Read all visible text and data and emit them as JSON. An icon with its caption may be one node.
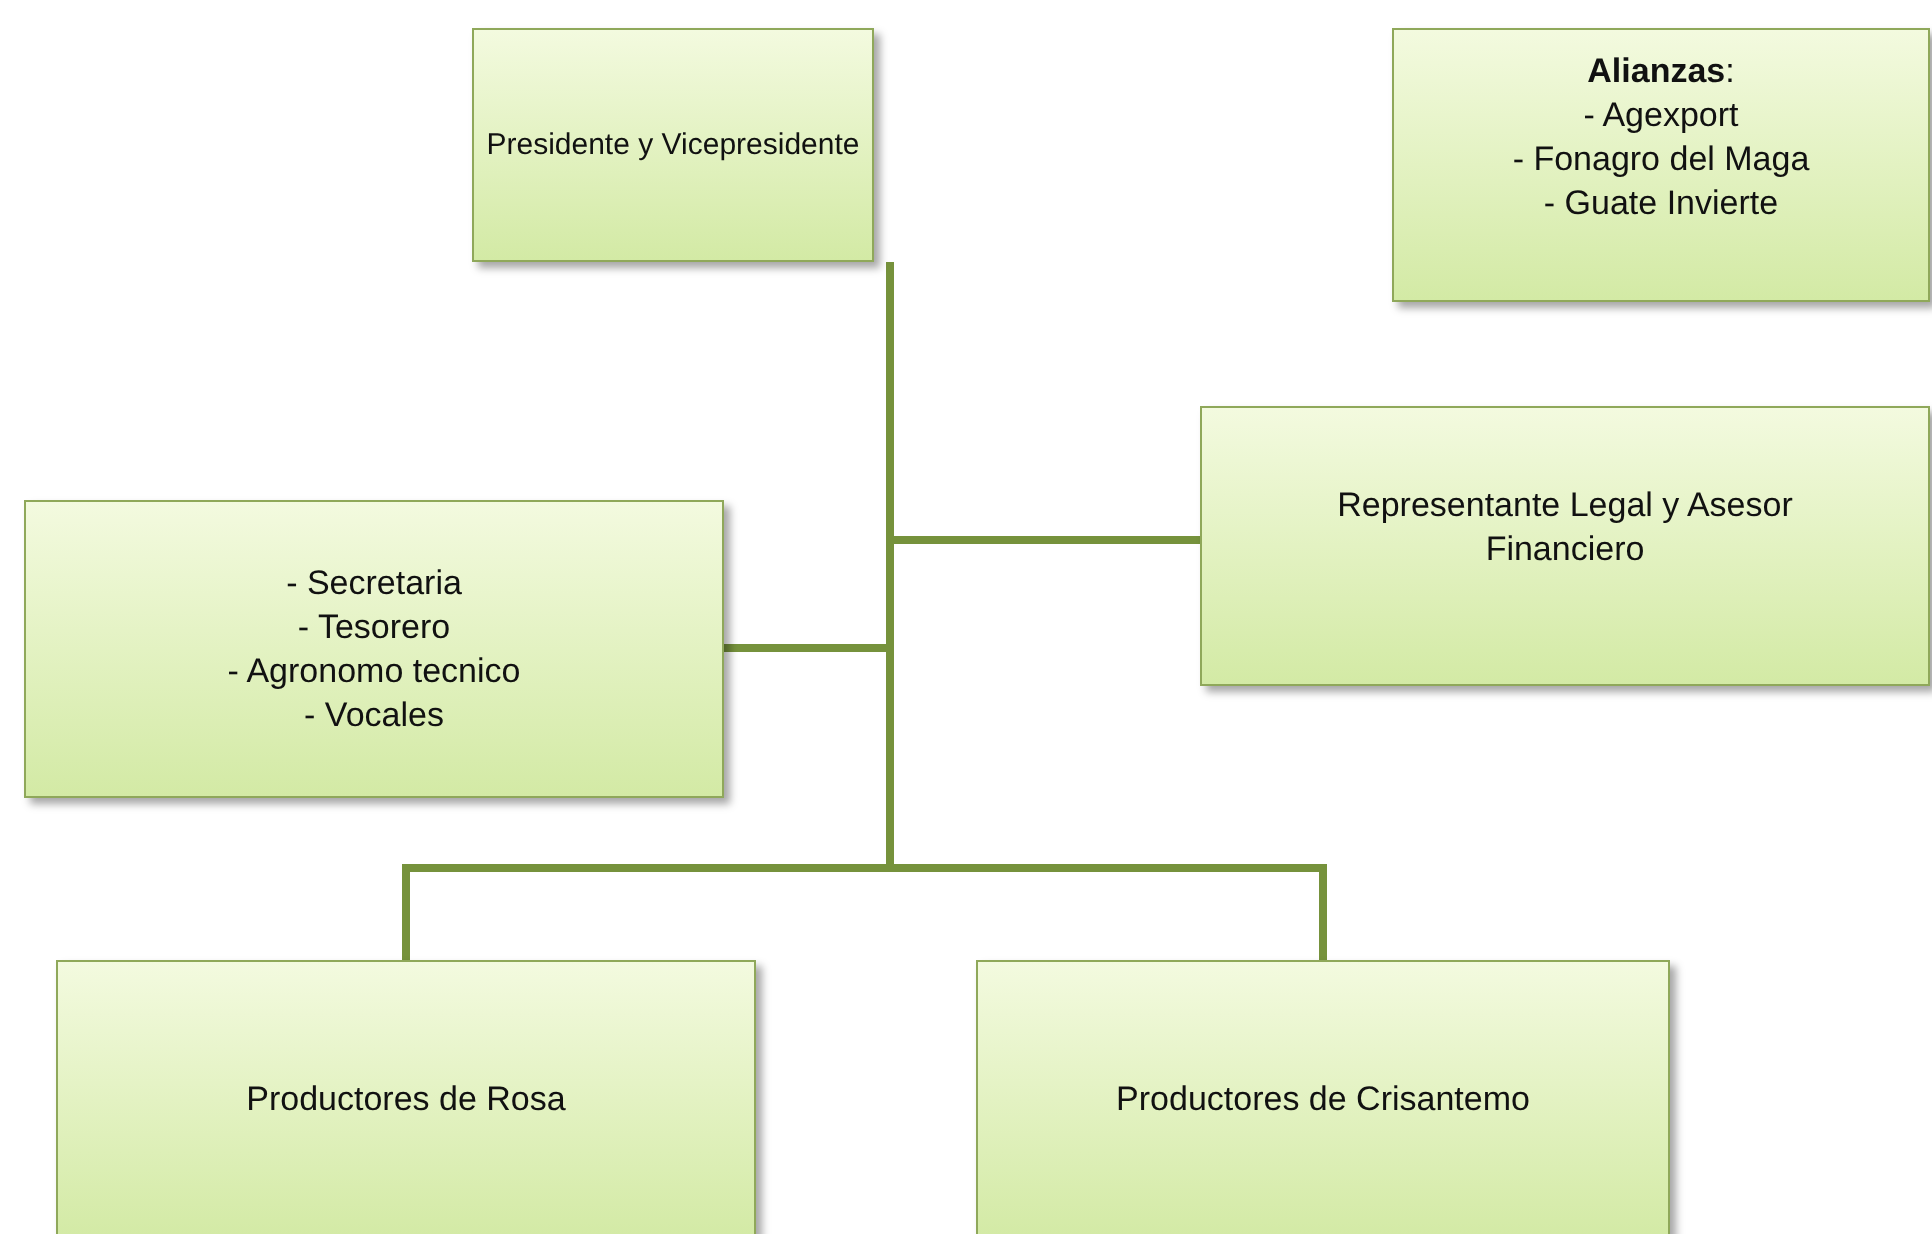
{
  "diagram": {
    "nodes": [
      {
        "text": [
          "Presidente  y Vicepresidente"
        ]
      },
      {
        "text": [
          "**Alianzas**:",
          "- Agexport",
          "- Fonagro del Maga",
          "- Guate Invierte"
        ]
      },
      {
        "text": [
          "Representante Legal y Asesor Financiero"
        ]
      },
      {
        "text": [
          "- Secretaria",
          "- Tesorero",
          "- Agronomo tecnico",
          "- Vocales"
        ]
      },
      {
        "text": [
          "Productores de Rosa"
        ]
      },
      {
        "text": [
          "Productores de Crisantemo"
        ]
      }
    ],
    "edges": [
      {
        "from": 0,
        "to": 2,
        "arrow": "none"
      },
      {
        "from": 0,
        "to": 3,
        "arrow": "none"
      },
      {
        "from": 0,
        "to": 4,
        "arrow": "none"
      },
      {
        "from": 0,
        "to": 5,
        "arrow": "none"
      }
    ]
  }
}
